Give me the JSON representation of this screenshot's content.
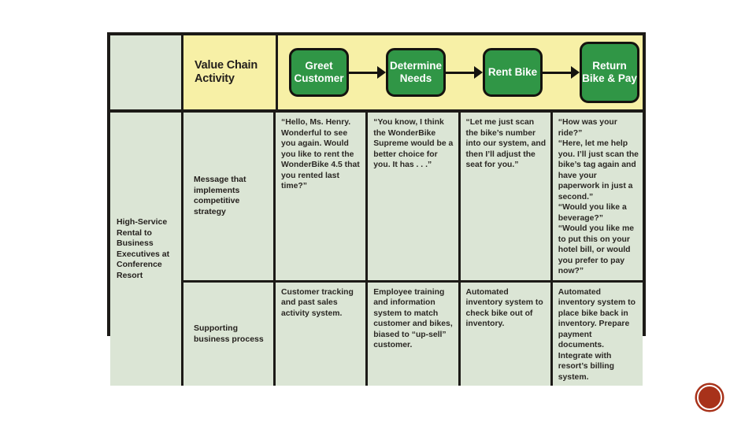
{
  "slide": {
    "scenario_label": "High-Service\nRental to\nBusiness\nExecutives at\nConference\nResort",
    "value_chain_header": "Value\nChain Activity"
  },
  "flow": {
    "nodes": [
      {
        "label": "Greet\nCustomer"
      },
      {
        "label": "Determine\nNeeds"
      },
      {
        "label": "Rent\nBike"
      },
      {
        "label": "Return\nBike &\nPay"
      }
    ],
    "arrow_icon": "arrow-right-icon"
  },
  "rows": [
    {
      "label": "Message\nthat implements\ncompetitive\nstrategy",
      "cells": [
        "“Hello, Ms. Henry. Wonderful to see you again. Would you like to rent the WonderBike 4.5 that you rented last time?”",
        "“You know, I think the WonderBike Supreme would be a better choice for you. It has . . .”",
        "“Let me just scan the bike’s number into our system, and then I’ll adjust the seat for you.”",
        "“How was your ride?”\n“Here, let me help you. I’ll just scan the bike’s tag again and have your paperwork in just a second.”\n“Would you like a beverage?”\n“Would you like me to put this on your hotel bill, or would you prefer to pay now?”"
      ]
    },
    {
      "label": "Supporting\nbusiness\nprocess",
      "cells": [
        "Customer tracking and past sales activity system.",
        "Employee training and information system to match customer and bikes, biased to “up-sell” customer.",
        "Automated inventory system to check bike out of inventory.",
        "Automated inventory system to place bike back in inventory. Prepare payment documents. Integrate with resort’s billing system."
      ]
    }
  ],
  "colors": {
    "header_yellow": "#f7f0a6",
    "cell_green": "#dbe5d5",
    "node_green": "#309646",
    "border_black": "#1c1a17",
    "corner_dot": "#a8321a"
  }
}
